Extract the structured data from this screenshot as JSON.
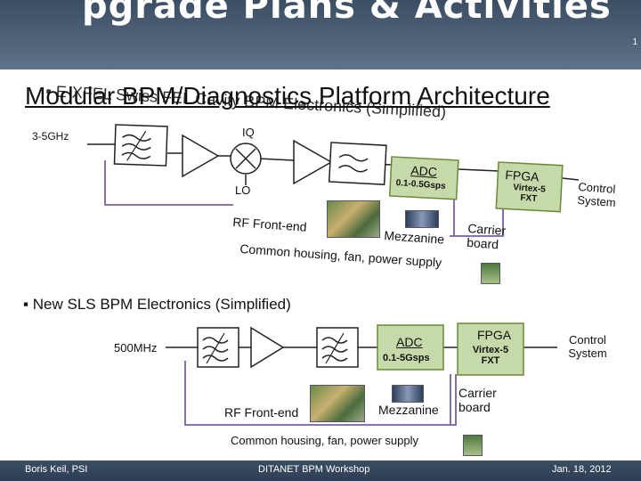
{
  "banner": {
    "title": "pgrade Plans & Activities",
    "slide_number": "1"
  },
  "main_title": "Modular BPM/Diagnostics Platform Architecture",
  "overlap_text": {
    "line1": "▪ E-XFEL Swiss FEL Cavity BPM Electronics (Simplified)"
  },
  "top_diagram": {
    "input_freq": "3-5GHz",
    "iq": "IQ",
    "lo": "LO",
    "adc": "ADC",
    "adc_rate": "0.1-0.5Gsps",
    "fpga": "FPGA",
    "fpga_model": "Virtex-5 FXT",
    "control": "Control System",
    "rf_frontend": "RF Front-end",
    "mezzanine": "Mezzanine",
    "carrier": "Carrier board",
    "common": "Common housing, fan, power supply"
  },
  "bullet": "▪ New SLS BPM Electronics (Simplified)",
  "bottom_diagram": {
    "input_freq": "500MHz",
    "adc": "ADC",
    "adc_rate": "0.1-5Gsps",
    "fpga": "FPGA",
    "fpga_model": "Virtex-5 FXT",
    "control": "Control System",
    "rf_frontend": "RF Front-end",
    "mezzanine": "Mezzanine",
    "carrier": "Carrier board",
    "common": "Common housing, fan, power supply"
  },
  "footer": {
    "author": "Boris Keil, PSI",
    "event": "DITANET BPM Workshop",
    "date": "Jan. 18, 2012"
  },
  "colors": {
    "banner": "#4a5d74",
    "block_fill": "#c6d9a8",
    "line": "#222222"
  }
}
